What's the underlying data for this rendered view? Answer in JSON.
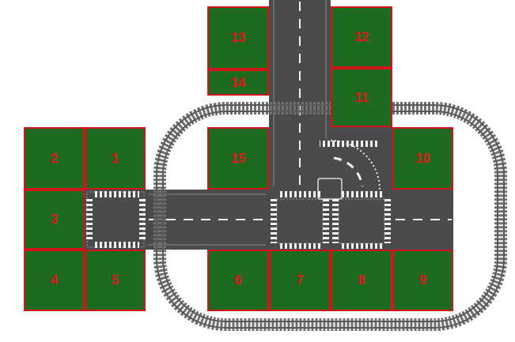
{
  "diagram": {
    "nodes": [
      {
        "text": [
          "13"
        ]
      },
      {
        "text": [
          "12"
        ]
      },
      {
        "text": [
          "14"
        ]
      },
      {
        "text": [
          "11"
        ]
      },
      {
        "text": [
          "2"
        ]
      },
      {
        "text": [
          "1"
        ]
      },
      {
        "text": [
          "15"
        ]
      },
      {
        "text": [
          "10"
        ]
      },
      {
        "text": [
          "3"
        ]
      },
      {
        "text": [
          "4"
        ]
      },
      {
        "text": [
          "5"
        ]
      },
      {
        "text": [
          "6"
        ]
      },
      {
        "text": [
          "7"
        ]
      },
      {
        "text": [
          "8"
        ]
      },
      {
        "text": [
          "9"
        ]
      }
    ]
  }
}
